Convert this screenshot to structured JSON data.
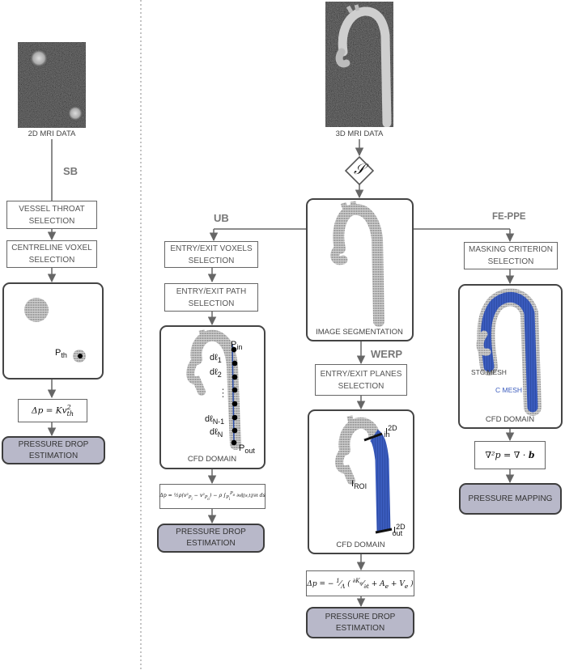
{
  "sb": {
    "mri_caption": "2D MRI DATA",
    "method_label": "SB",
    "step1": "VESSEL THROAT SELECTION",
    "step2": "CENTRELINE VOXEL SELECTION",
    "point_label": "P",
    "point_sub": "th",
    "equation": "Δp = Kv²th",
    "output": "PRESSURE DROP ESTIMATION"
  },
  "center": {
    "mri_caption": "3D MRI DATA",
    "segmentation_symbol": "𝒮",
    "segmentation_caption": "IMAGE SEGMENTATION"
  },
  "ub": {
    "method_label": "UB",
    "step1": "ENTRY/EXIT VOXELS SELECTION",
    "step2": "ENTRY/EXIT PATH SELECTION",
    "pin": "P",
    "pin_sub": "in",
    "dl1": "dℓ",
    "dl1_sub": "1",
    "dl2": "dℓ",
    "dl2_sub": "2",
    "dots": "⋮",
    "dln1": "dℓ",
    "dln1_sub": "N-1",
    "dln": "dℓ",
    "dln_sub": "N",
    "pout": "P",
    "pout_sub": "out",
    "domain_caption": "CFD DOMAIN",
    "equation": "Δp = ½ρ(v²Pᵢ − v²Pₒ) − ρ ∫ ∂v/∂t ds",
    "output": "PRESSURE DROP ESTIMATION"
  },
  "werp": {
    "method_label": "WERP",
    "step1": "ENTRY/EXIT PLANES SELECTION",
    "iin": "I",
    "iin_sup": "2D",
    "iin_sub": "in",
    "iroi": "I",
    "iroi_sub": "ROI",
    "iout": "I",
    "iout_sup": "2D",
    "iout_sub": "out",
    "domain_caption": "CFD DOMAIN",
    "equation": "Δp = −1/Λ (∂Kₑ/∂t + Aₑ + Vₑ)",
    "output": "PRESSURE DROP ESTIMATION"
  },
  "feppe": {
    "method_label": "FE-PPE",
    "step1": "MASKING CRITERION SELECTION",
    "stc_mesh": "STC MESH",
    "c_mesh": "C MESH",
    "domain_caption": "CFD DOMAIN",
    "equation": "∇²p = ∇ · b",
    "output": "PRESSURE MAPPING"
  },
  "colors": {
    "blue_mesh": "#3a5bbd",
    "gray_mesh": "#a8a8a8",
    "output_fill": "#b8b8c9",
    "line": "#666666"
  }
}
